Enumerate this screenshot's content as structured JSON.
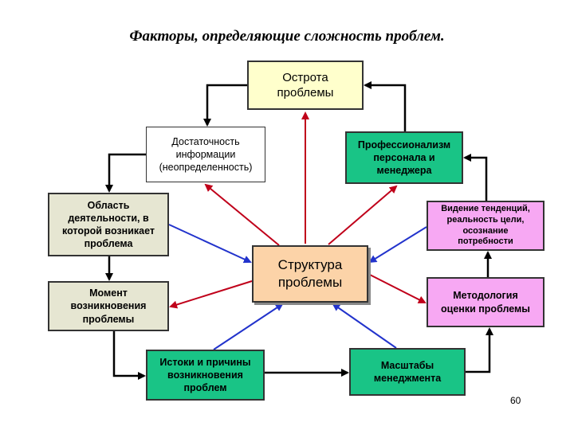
{
  "title": "Факторы, определяющие сложность проблем.",
  "nodes": {
    "ostrota": "Острота\nпроблемы",
    "dostatochnost": "Достаточность\nинформации\n(неопределенность)",
    "professionalizm": "Профессионализм\nперсонала и\nменеджера",
    "oblast": "Область\nдеятельности, в\nкоторой возникает\nпроблема",
    "videnie": "Видение тенденций,\nреальность цели,\nосознание\nпотребности",
    "struktura": "Структура\nпроблемы",
    "moment": "Момент\nвозникновения\nпроблемы",
    "metodologiya": "Методология\nоценки проблемы",
    "istoki": "Истоки и причины\nвозникновения\nпроблем",
    "masshtaby": "Масштабы\nменеджмента"
  },
  "page_number": "60",
  "colors": {
    "red_arrow": "#c0001a",
    "blue_arrow": "#2233cc",
    "black_connector": "#000000",
    "gray_box": "#e6e6d2",
    "green_box": "#19c486",
    "yellow_box": "#ffffcc",
    "pink_box": "#f7a8f3",
    "peach_box": "#fcd3a8"
  }
}
